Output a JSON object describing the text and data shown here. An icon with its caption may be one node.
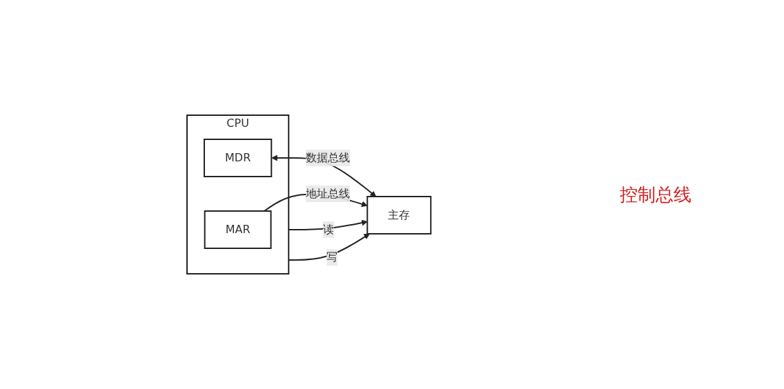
{
  "diagram": {
    "nodes": [
      {
        "text": [
          "CPU"
        ]
      },
      {
        "text": [
          "MDR"
        ],
        "in": 0
      },
      {
        "text": [
          "MAR"
        ],
        "in": 0
      },
      {
        "text": [
          "主存"
        ]
      }
    ],
    "edges": [
      {
        "from": 1,
        "to": 3,
        "arrow": "both",
        "label": "数据总线"
      },
      {
        "from": 0,
        "to": 3,
        "arrow": "to",
        "label": "读"
      },
      {
        "from": 0,
        "to": 3,
        "arrow": "to",
        "label": "写"
      },
      {
        "from": 2,
        "to": 3,
        "arrow": "to",
        "label": "地址总线"
      }
    ],
    "labels": [
      "控制总线"
    ]
  }
}
